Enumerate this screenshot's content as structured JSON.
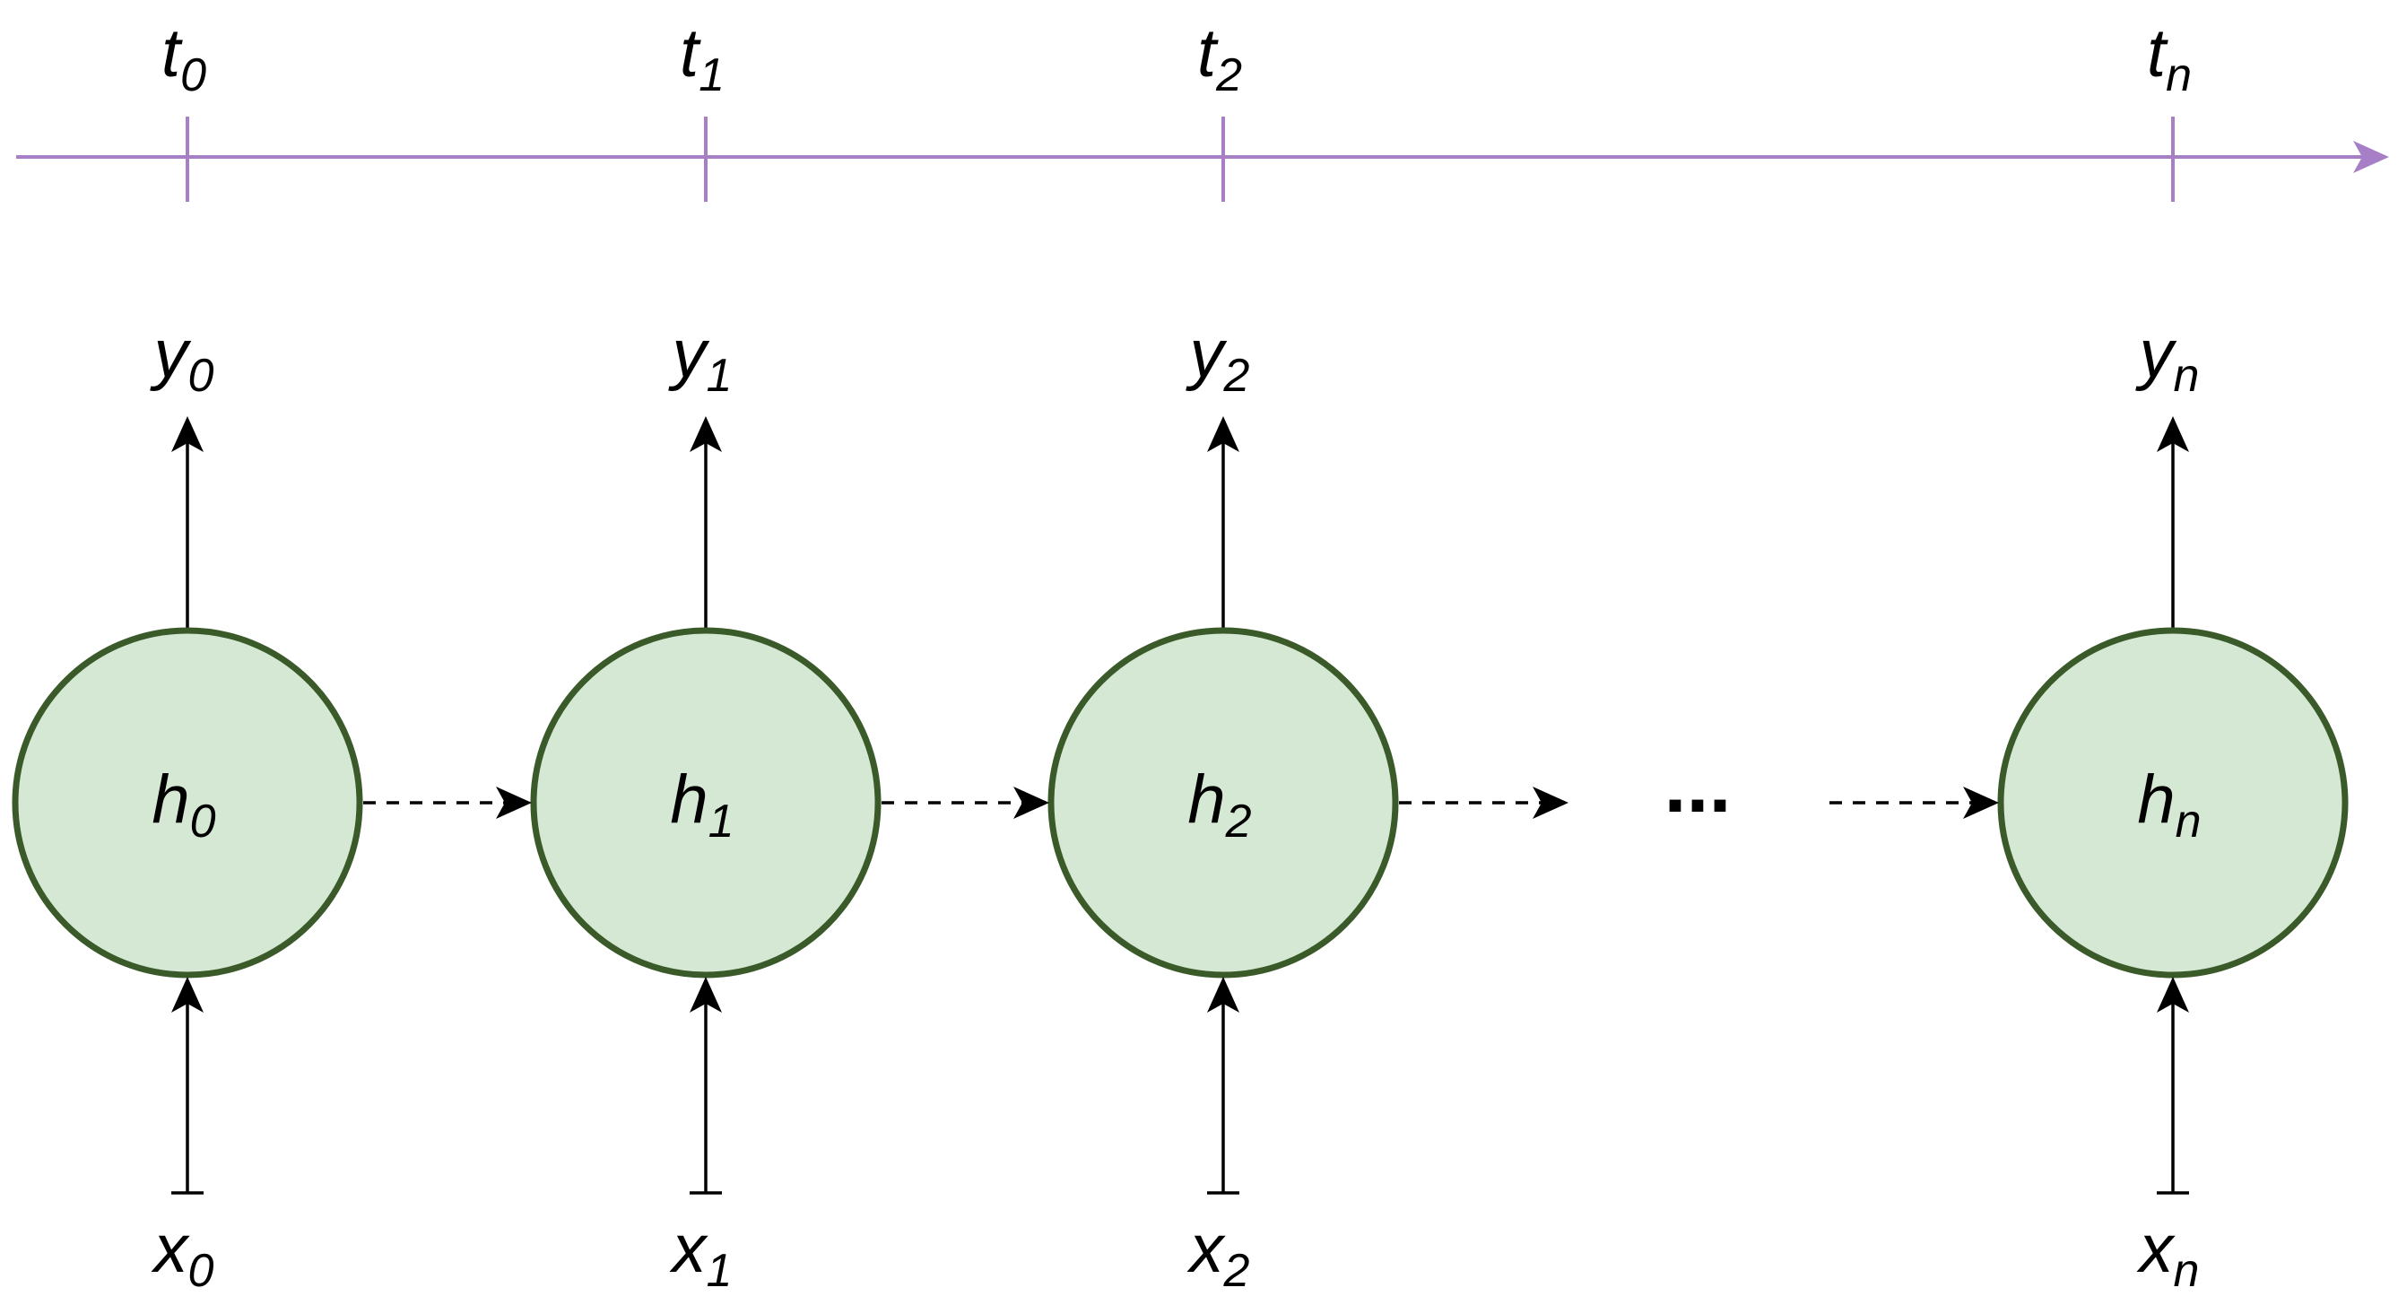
{
  "colors": {
    "timeline": "#a67fc6",
    "node_fill": "#d5e8d4",
    "node_stroke": "#3a5a2a",
    "arrow": "#000000"
  },
  "ellipsis": "...",
  "steps": [
    {
      "t": {
        "base": "t",
        "sub": "0"
      },
      "y": {
        "base": "y",
        "sub": "0"
      },
      "h": {
        "base": "h",
        "sub": "0"
      },
      "x": {
        "base": "x",
        "sub": "0"
      }
    },
    {
      "t": {
        "base": "t",
        "sub": "1"
      },
      "y": {
        "base": "y",
        "sub": "1"
      },
      "h": {
        "base": "h",
        "sub": "1"
      },
      "x": {
        "base": "x",
        "sub": "1"
      }
    },
    {
      "t": {
        "base": "t",
        "sub": "2"
      },
      "y": {
        "base": "y",
        "sub": "2"
      },
      "h": {
        "base": "h",
        "sub": "2"
      },
      "x": {
        "base": "x",
        "sub": "2"
      }
    },
    {
      "t": {
        "base": "t",
        "sub": "n"
      },
      "y": {
        "base": "y",
        "sub": "n"
      },
      "h": {
        "base": "h",
        "sub": "n"
      },
      "x": {
        "base": "x",
        "sub": "n"
      }
    }
  ]
}
